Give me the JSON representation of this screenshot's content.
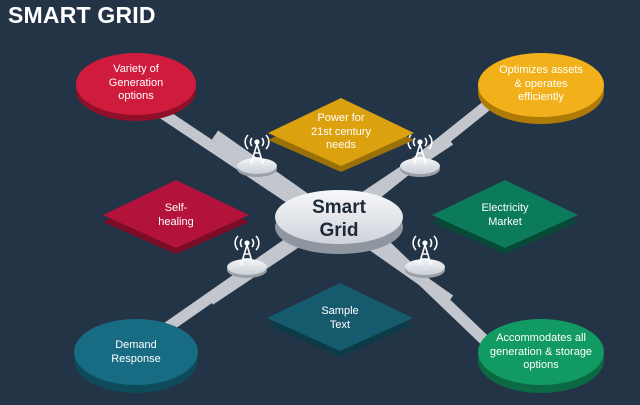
{
  "title": "SMART GRID",
  "center": {
    "line1": "Smart",
    "line2": "Grid"
  },
  "nodes": {
    "variety": {
      "lines": [
        "Variety of",
        "Generation",
        "options"
      ],
      "color": "#d01c3c"
    },
    "optimizes": {
      "lines": [
        "Optimizes assets",
        "& operates",
        "efficiently"
      ],
      "color": "#f2b01a"
    },
    "power": {
      "lines": [
        "Power for",
        "21st century",
        "needs"
      ],
      "color": "#dca10e"
    },
    "self_healing": {
      "lines": [
        "Self-",
        "healing"
      ],
      "color": "#b3133a"
    },
    "market": {
      "lines": [
        "Electricity",
        "Market"
      ],
      "color": "#0c7b5c"
    },
    "sample": {
      "lines": [
        "Sample",
        "Text"
      ],
      "color": "#165a6e"
    },
    "demand": {
      "lines": [
        "Demand",
        "Response"
      ],
      "color": "#176b82"
    },
    "accommodates": {
      "lines": [
        "Accommodates all",
        "generation & storage",
        "options"
      ],
      "color": "#119a62"
    }
  },
  "icons": [
    "tower-icon",
    "tower-icon",
    "tower-icon",
    "tower-icon"
  ]
}
